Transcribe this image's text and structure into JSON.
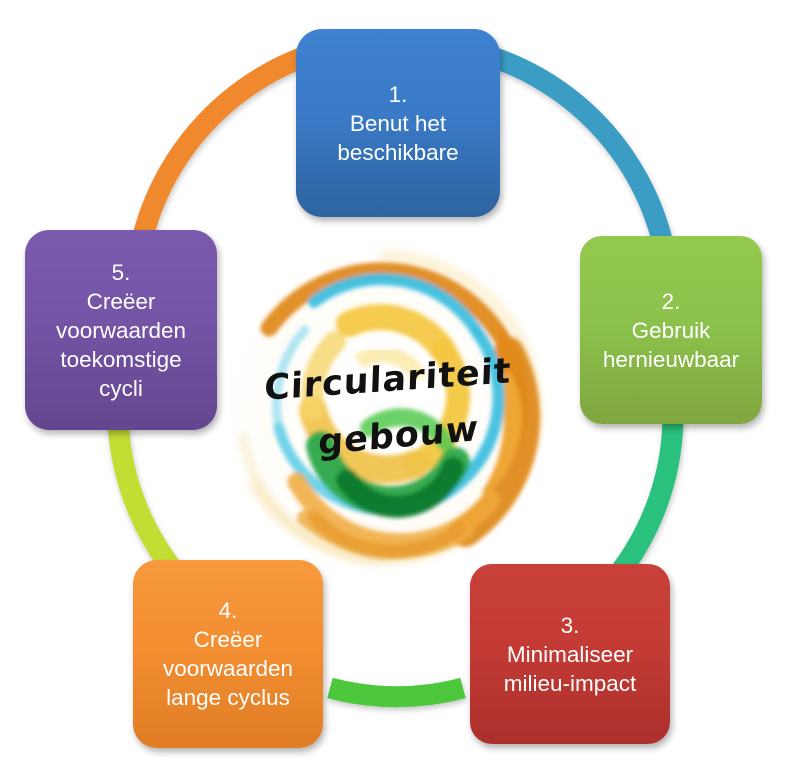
{
  "diagram": {
    "title": "Circulariteit gebouw",
    "type": "circular-cycle",
    "center": {
      "line1": "Circulariteit",
      "line2": "gebouw",
      "graphic_name": "circular-swirl-brush-graphic",
      "graphic_colors": [
        "#e08a1e",
        "#f0a93a",
        "#f5cb4b",
        "#3fc0e0",
        "#2aa84a",
        "#0f7a2e",
        "#f7e07a"
      ]
    },
    "nodes": [
      {
        "id": "1",
        "number": "1.",
        "label": "Benut het\nbeschikbare",
        "full_text": "1.\nBenut het\nbeschikbare",
        "color": "#3a7ac7",
        "color_name": "blue",
        "position": "top"
      },
      {
        "id": "2",
        "number": "2.",
        "label": "Gebruik\nhernieuwbaar",
        "full_text": "2.\nGebruik\nhernieuwbaar",
        "color": "#8cc24c",
        "color_name": "green",
        "position": "right"
      },
      {
        "id": "3",
        "number": "3.",
        "label": "Minimaliseer\nmilieu-impact",
        "full_text": "3.\nMinimaliseer\nmilieu-impact",
        "color": "#c43b35",
        "color_name": "red",
        "position": "bottom-right"
      },
      {
        "id": "4",
        "number": "4.",
        "label": "Creëer\nvoorwaarden\nlange cyclus",
        "full_text": "4.\nCreëer\nvoorwaarden\nlange cyclus",
        "color": "#f38e31",
        "color_name": "orange",
        "position": "bottom-left"
      },
      {
        "id": "5",
        "number": "5.",
        "label": "Creëer\nvoorwaarden\ntoekomstige\ncycli",
        "full_text": "5.\nCreëer\nvoorwaarden\ntoekomstige\ncycli",
        "color": "#7454a5",
        "color_name": "purple",
        "position": "left"
      }
    ],
    "connectors": [
      {
        "from": "5",
        "to": "1",
        "color": "#f0882f",
        "color_name": "orange"
      },
      {
        "from": "1",
        "to": "2",
        "color": "#3b9dc4",
        "color_name": "teal-blue"
      },
      {
        "from": "2",
        "to": "3",
        "color": "#2cc07e",
        "color_name": "emerald-green"
      },
      {
        "from": "3",
        "to": "4",
        "color": "#4ec83c",
        "color_name": "bright-green"
      },
      {
        "from": "4",
        "to": "5",
        "color": "#c4dd31",
        "color_name": "lime-green"
      }
    ]
  }
}
